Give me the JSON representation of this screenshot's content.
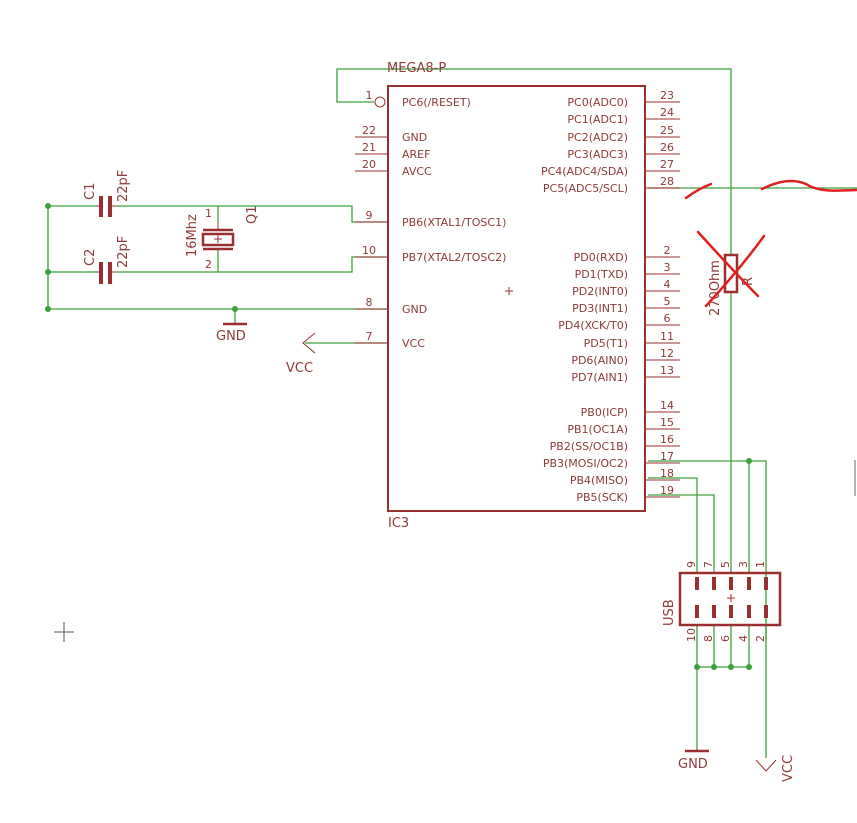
{
  "ic": {
    "name": "IC3",
    "value": "MEGA8-P",
    "left_pins": [
      {
        "num": "1",
        "name": "PC6(/RESET)"
      },
      {
        "num": "22",
        "name": "GND"
      },
      {
        "num": "21",
        "name": "AREF"
      },
      {
        "num": "20",
        "name": "AVCC"
      },
      {
        "num": "9",
        "name": "PB6(XTAL1/TOSC1)"
      },
      {
        "num": "10",
        "name": "PB7(XTAL2/TOSC2)"
      },
      {
        "num": "8",
        "name": "GND"
      },
      {
        "num": "7",
        "name": "VCC"
      }
    ],
    "right_pins": [
      {
        "num": "23",
        "name": "PC0(ADC0)"
      },
      {
        "num": "24",
        "name": "PC1(ADC1)"
      },
      {
        "num": "25",
        "name": "PC2(ADC2)"
      },
      {
        "num": "26",
        "name": "PC3(ADC3)"
      },
      {
        "num": "27",
        "name": "PC4(ADC4/SDA)"
      },
      {
        "num": "28",
        "name": "PC5(ADC5/SCL)"
      },
      {
        "num": "2",
        "name": "PD0(RXD)"
      },
      {
        "num": "3",
        "name": "PD1(TXD)"
      },
      {
        "num": "4",
        "name": "PD2(INT0)"
      },
      {
        "num": "5",
        "name": "PD3(INT1)"
      },
      {
        "num": "6",
        "name": "PD4(XCK/T0)"
      },
      {
        "num": "11",
        "name": "PD5(T1)"
      },
      {
        "num": "12",
        "name": "PD6(AIN0)"
      },
      {
        "num": "13",
        "name": "PD7(AIN1)"
      },
      {
        "num": "14",
        "name": "PB0(ICP)"
      },
      {
        "num": "15",
        "name": "PB1(OC1A)"
      },
      {
        "num": "16",
        "name": "PB2(SS/OC1B)"
      },
      {
        "num": "17",
        "name": "PB3(MOSI/OC2)"
      },
      {
        "num": "18",
        "name": "PB4(MISO)"
      },
      {
        "num": "19",
        "name": "PB5(SCK)"
      }
    ]
  },
  "c1": {
    "name": "C1",
    "value": "22pF"
  },
  "c2": {
    "name": "C2",
    "value": "22pF"
  },
  "crystal": {
    "name": "Q1",
    "value": "16Mhz",
    "pin1": "1",
    "pin2": "2"
  },
  "resistor": {
    "name": "R",
    "value": "270Ohm"
  },
  "connector": {
    "name": "USB",
    "top_pins": [
      "9",
      "7",
      "5",
      "3",
      "1"
    ],
    "bottom_pins": [
      "10",
      "8",
      "6",
      "4",
      "2"
    ]
  },
  "supplies": {
    "gnd_left": "GND",
    "vcc_left": "VCC",
    "gnd_bottom": "GND",
    "vcc_bottom": "VCC"
  },
  "colors": {
    "part": "#9a2f2f",
    "wire": "#3ca03c",
    "annotation": "#e02020"
  }
}
